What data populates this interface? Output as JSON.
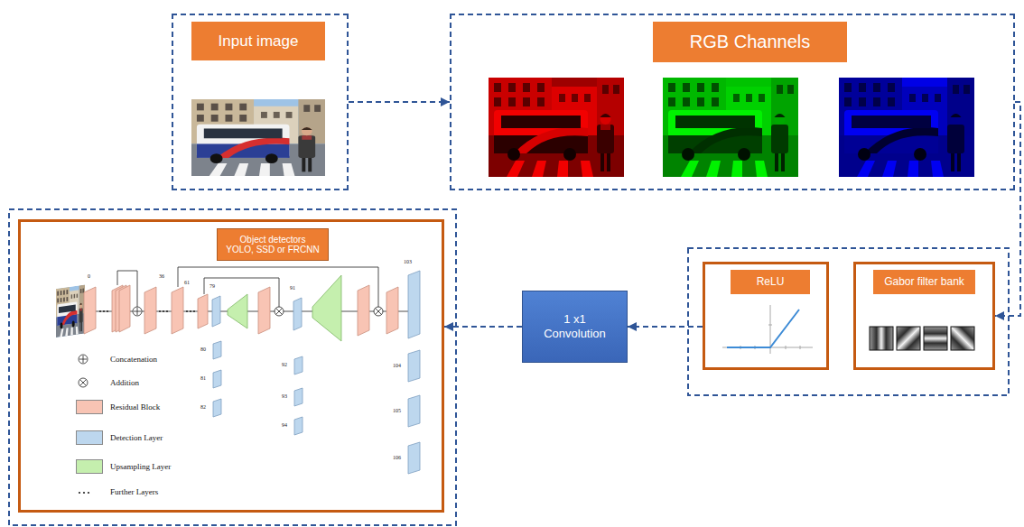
{
  "diagram": {
    "nodes": [
      {
        "text": [
          "Input image"
        ]
      },
      {
        "text": [
          "RGB Channels"
        ]
      },
      {
        "text": [
          "Object detectors YOLO, SSD or FRCNN"
        ]
      },
      {
        "text": [
          "1 x1 Convolution"
        ]
      },
      {
        "text": [
          "ReLU"
        ]
      },
      {
        "text": [
          "Gabor filter bank"
        ]
      }
    ],
    "edges": [
      {
        "from": 0,
        "to": 1,
        "arrow": "to"
      },
      {
        "from": 1,
        "to": 5,
        "arrow": "to"
      },
      {
        "from": 4,
        "to": 3,
        "arrow": "to"
      },
      {
        "from": 3,
        "to": 2,
        "arrow": "to"
      }
    ],
    "labels": [
      "0",
      "36",
      "61",
      "79",
      "80",
      "81",
      "82",
      "91",
      "92",
      "93",
      "94",
      "103",
      "104",
      "105",
      "106"
    ],
    "legend": [
      {
        "text": "Concatenation"
      },
      {
        "text": "Addition"
      },
      {
        "text": "Residual Block",
        "color": "#f8c4b4"
      },
      {
        "text": "Detection Layer",
        "color": "#bdd7ee"
      },
      {
        "text": "Upsampling Layer",
        "color": "#c5efae"
      },
      {
        "text": "Further Layers"
      }
    ]
  }
}
